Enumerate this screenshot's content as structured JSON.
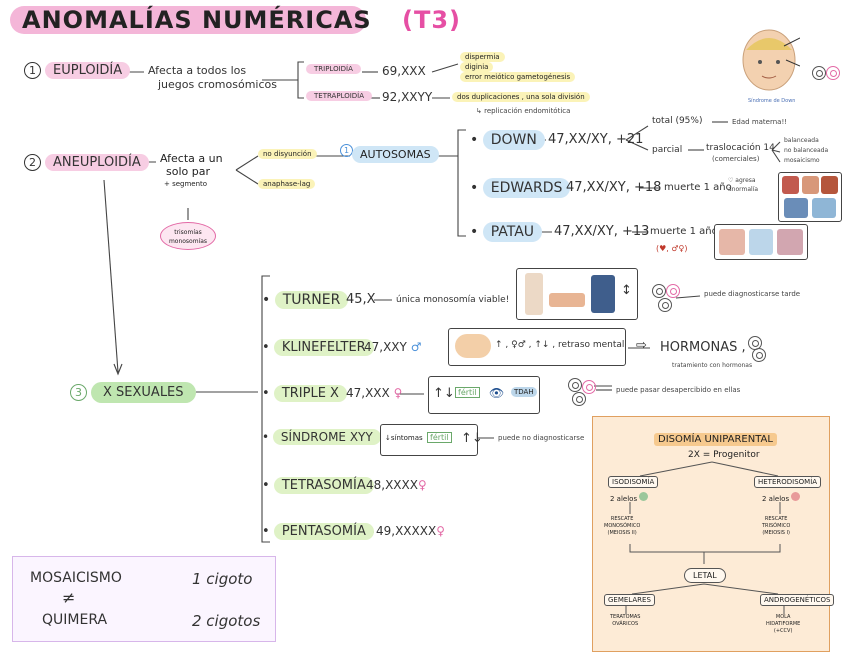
{
  "header": {
    "title": "ANOMALÍAS NUMÉRICAS",
    "tag": "(T3)",
    "colors": {
      "title_bg": "#f4b6d8",
      "tag": "#e64fa4"
    }
  },
  "euploidia": {
    "num": "1",
    "label": "EUPLOIDÍA",
    "desc_line1": "Afecta a todos los",
    "desc_line2": "juegos cromosómicos",
    "triploidia": {
      "label": "TRIPLOIDÍA",
      "karyotype": "69,XXX"
    },
    "tetraploidia": {
      "label": "TETRAPLOIDÍA",
      "karyotype": "92,XXYY"
    },
    "causes": [
      "dispermia",
      "diginia",
      "error meiótico gametogénesis"
    ],
    "tetra_cause": "dos duplicaciones , una sola división",
    "tetra_note": "↳ replicación endomitótica"
  },
  "aneuploidia": {
    "num": "2",
    "label": "ANEUPLOIDÍA",
    "desc_line1": "Afecta a un",
    "desc_line2": "solo par",
    "desc_line3": "+ segmento",
    "mech1": "no disyunción",
    "mech2": "anaphase-lag",
    "pink_bubble": [
      "trisomías",
      "monosomías"
    ],
    "autosomas": {
      "num": "1",
      "label": "AUTOSOMAS"
    },
    "down": {
      "label": "DOWN",
      "karyotype": "47,XX/XY, +21",
      "total": "total (95%)",
      "total_note": "Edad materna!!",
      "parcial": "parcial",
      "parcial_note": "traslocación 14",
      "parcial_sub": "(comerciales)",
      "balance1": "balanceada",
      "balance2": "no balanceada",
      "balance3": "mosaicismo"
    },
    "edwards": {
      "label": "EDWARDS",
      "karyotype": "47,XX/XY, +18",
      "outcome": "muerte 1 año",
      "note1": "♡ agresa",
      "note2": "anormalía"
    },
    "patau": {
      "label": "PATAU",
      "karyotype": "47,XX/XY, +13",
      "outcome": "muerte 1 año",
      "note": "(♥, ♂♀)"
    },
    "face_caption": "Síndrome de Down"
  },
  "sexuales": {
    "num": "3",
    "label": "X SEXUALES",
    "items": [
      {
        "name": "TURNER",
        "karyotype": "45,X",
        "note": "única monosomía viable!",
        "right": "puede diagnosticarse tarde"
      },
      {
        "name": "KLINEFELTER",
        "karyotype": "47,XXY",
        "note": "↑ , ♀♂ , ↑↓ , retraso mental",
        "right": "HORMONAS ,",
        "right_sub": "tratamiento con hormonas"
      },
      {
        "name": "TRIPLE X",
        "karyotype": "47,XXX",
        "note_boxes": [
          "fértil",
          "TDAH"
        ],
        "right": "puede pasar desapercibido en ellas"
      },
      {
        "name": "SÍNDROME XYY",
        "karyotype": "",
        "note_boxes": [
          "↓síntomas",
          "fértil"
        ],
        "right": "puede no diagnosticarse"
      },
      {
        "name": "TETRASOMÍA",
        "karyotype": "48,XXXX"
      },
      {
        "name": "PENTASOMÍA",
        "karyotype": "49,XXXXX"
      }
    ]
  },
  "mosaic": {
    "line1_label": "MOSAICISMO",
    "line1_value": "1 cigoto",
    "neq": "≠",
    "line2_label": "QUIMERA",
    "line2_value": "2 cigotos"
  },
  "disomia": {
    "title": "DISOMÍA UNIPARENTAL",
    "subtitle": "2X = Progenitor",
    "left_box": "ISODISOMÍA",
    "right_box": "HETERODISOMÍA",
    "left_alelos": "2 alelos",
    "right_alelos": "2 alelos",
    "left_result": [
      "RESCATE",
      "MONOSÓMICO",
      "(MEIOSIS II)"
    ],
    "right_result": [
      "RESCATE",
      "TRISÓMICO",
      "(MEIOSIS I)"
    ],
    "letal": "LETAL",
    "bottom_left": "GEMELARES",
    "bottom_left_sub": [
      "TERATOMAS",
      "OVÁRICOS"
    ],
    "bottom_right": "ANDROGENÉTICOS",
    "bottom_right_sub": [
      "MOLA",
      "HIDATIFORME",
      "(+CCV)"
    ],
    "colors": {
      "bg": "#fdebd6",
      "border": "#e0a060"
    }
  }
}
